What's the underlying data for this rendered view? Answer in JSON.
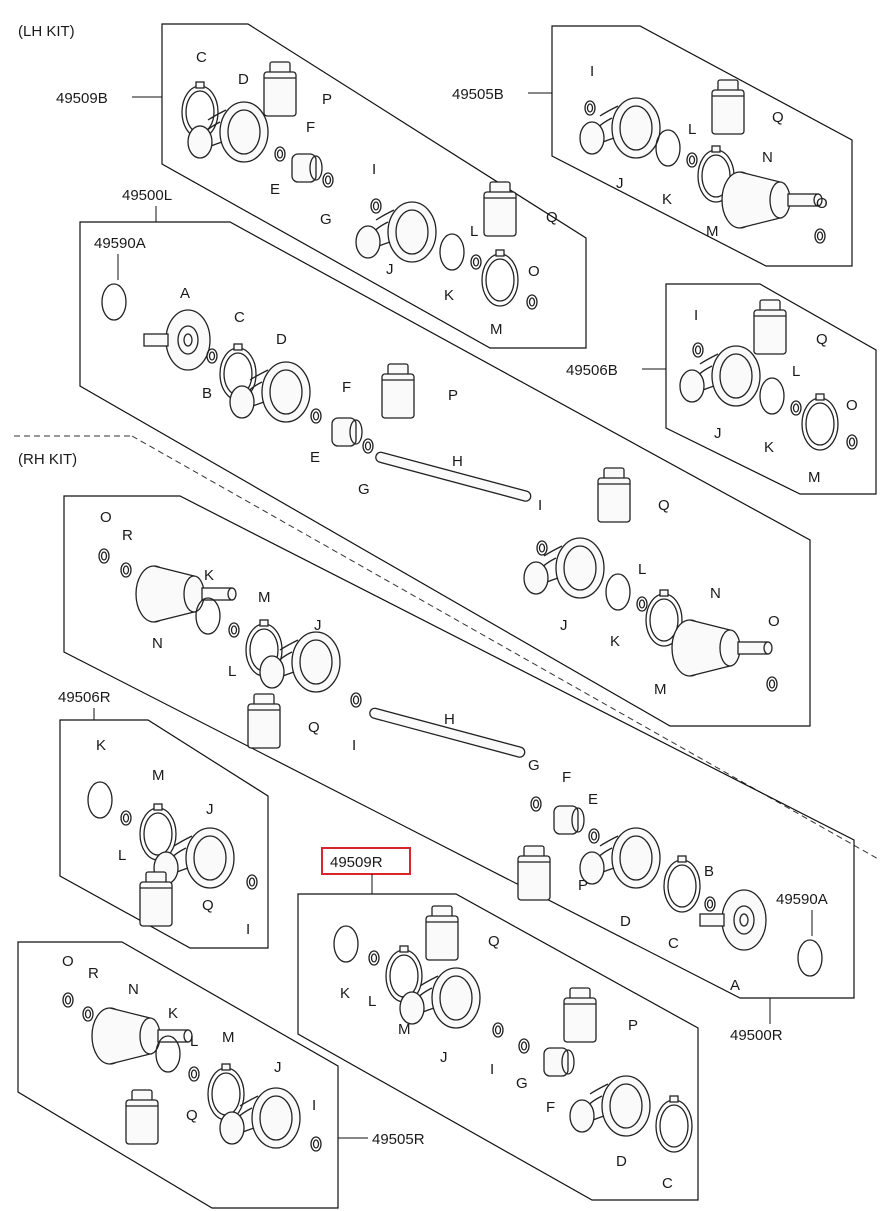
{
  "kits": {
    "lh": "(LH KIT)",
    "rh": "(RH KIT)"
  },
  "assemblies": {
    "lh_assembly": "49500L",
    "rh_assembly": "49500R",
    "lh_outer_kit": "49509B",
    "lh_inner_kit": "49505B",
    "lh_inner_kit_b": "49506B",
    "lh_ring": "49590A",
    "rh_ring": "49590A",
    "rh_inner_kit": "49506R",
    "rh_outer_kit": "49509R",
    "rh_inner_kit_b": "49505R"
  },
  "highlight": {
    "part": "49509R",
    "color": "#d9262c"
  },
  "letters": {
    "A": "A",
    "B": "B",
    "C": "C",
    "D": "D",
    "E": "E",
    "F": "F",
    "G": "G",
    "H": "H",
    "I": "I",
    "J": "J",
    "K": "K",
    "L": "L",
    "M": "M",
    "N": "N",
    "O": "O",
    "P": "P",
    "Q": "Q",
    "R": "R"
  }
}
